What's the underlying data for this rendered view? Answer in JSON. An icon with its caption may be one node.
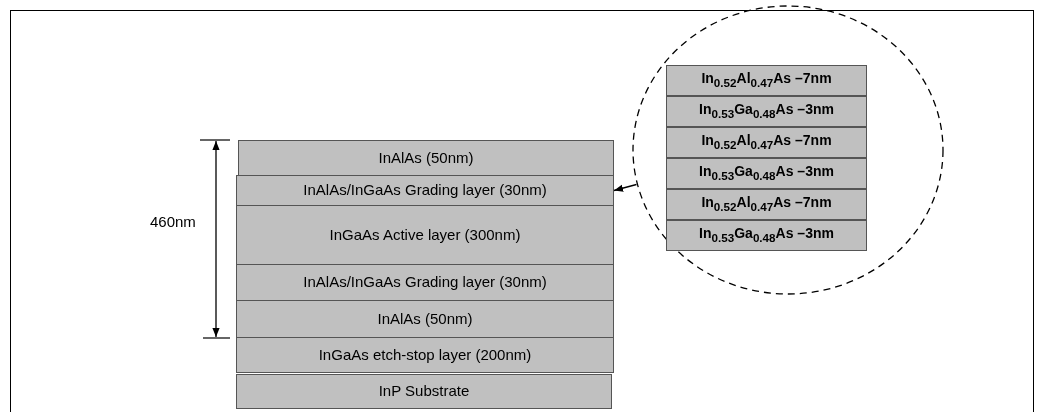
{
  "diagram": {
    "nodes": [
      {
        "text": [
          "InAlAs (50nm)"
        ]
      },
      {
        "text": [
          "InAlAs/InGaAs Grading layer (30nm)"
        ]
      },
      {
        "text": [
          "InGaAs Active layer (300nm)"
        ]
      },
      {
        "text": [
          "InAlAs/InGaAs Grading layer (30nm)"
        ]
      },
      {
        "text": [
          "InAlAs (50nm)"
        ]
      },
      {
        "text": [
          "InGaAs etch-stop layer (200nm)"
        ]
      },
      {
        "text": [
          "InP Substrate"
        ]
      },
      {
        "text": [],
        "shape": "circle"
      },
      {
        "text": [
          "In$_{0.52}$Al$_{0.47}$As –7nm"
        ],
        "in": 7
      },
      {
        "text": [
          "In$_{0.53}$Ga$_{0.48}$As –3nm"
        ],
        "in": 7
      },
      {
        "text": [
          "In$_{0.52}$Al$_{0.47}$As –7nm"
        ],
        "in": 7
      },
      {
        "text": [
          "In$_{0.53}$Ga$_{0.48}$As –3nm"
        ],
        "in": 7
      },
      {
        "text": [
          "In$_{0.52}$Al$_{0.47}$As –7nm"
        ],
        "in": 7
      },
      {
        "text": [
          "In$_{0.53}$Ga$_{0.48}$As –3nm"
        ],
        "in": 7
      }
    ],
    "edges": [
      {
        "from": 7,
        "to": 1,
        "arrow": "to"
      }
    ],
    "labels": [
      "460nm"
    ]
  }
}
